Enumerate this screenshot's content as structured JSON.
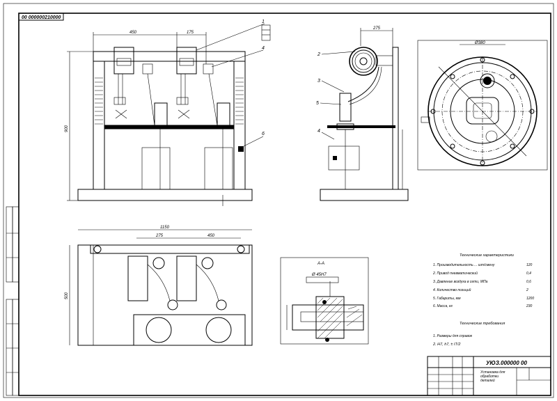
{
  "drawing": {
    "stamp_code": "00 000000210000",
    "title_block_code": "УЮЗ.000000 00",
    "title_block_name": [
      "Установка для",
      "обработки",
      "деталей"
    ],
    "section_label": "А-А",
    "notes_title": "Технические характеристики",
    "notes": [
      "1. Производительность ... шт/смену",
      "2. Привод пневматический",
      "3. Давление воздуха в сети, МПа",
      "4. Количество позиций",
      "5. Габариты, мм",
      "6. Масса, кг"
    ],
    "notes_values": [
      "120",
      "0,4",
      "0,6",
      "2",
      "1200",
      "230"
    ],
    "tech_title": "Технические требования",
    "tech_notes": [
      "1. Размеры для справок",
      "2. Н7, h7, ± IT/2"
    ],
    "dims": {
      "top_left": "450",
      "top_mid": "175",
      "side_top": "275",
      "height_left": "900",
      "plan_total": "1150",
      "plan_a": "275",
      "plan_b": "450",
      "plan_h": "500",
      "circle_top": "Ø380",
      "sec_top": "Ø 45H7"
    },
    "callouts": [
      "1",
      "2",
      "3",
      "4",
      "5",
      "6"
    ]
  }
}
